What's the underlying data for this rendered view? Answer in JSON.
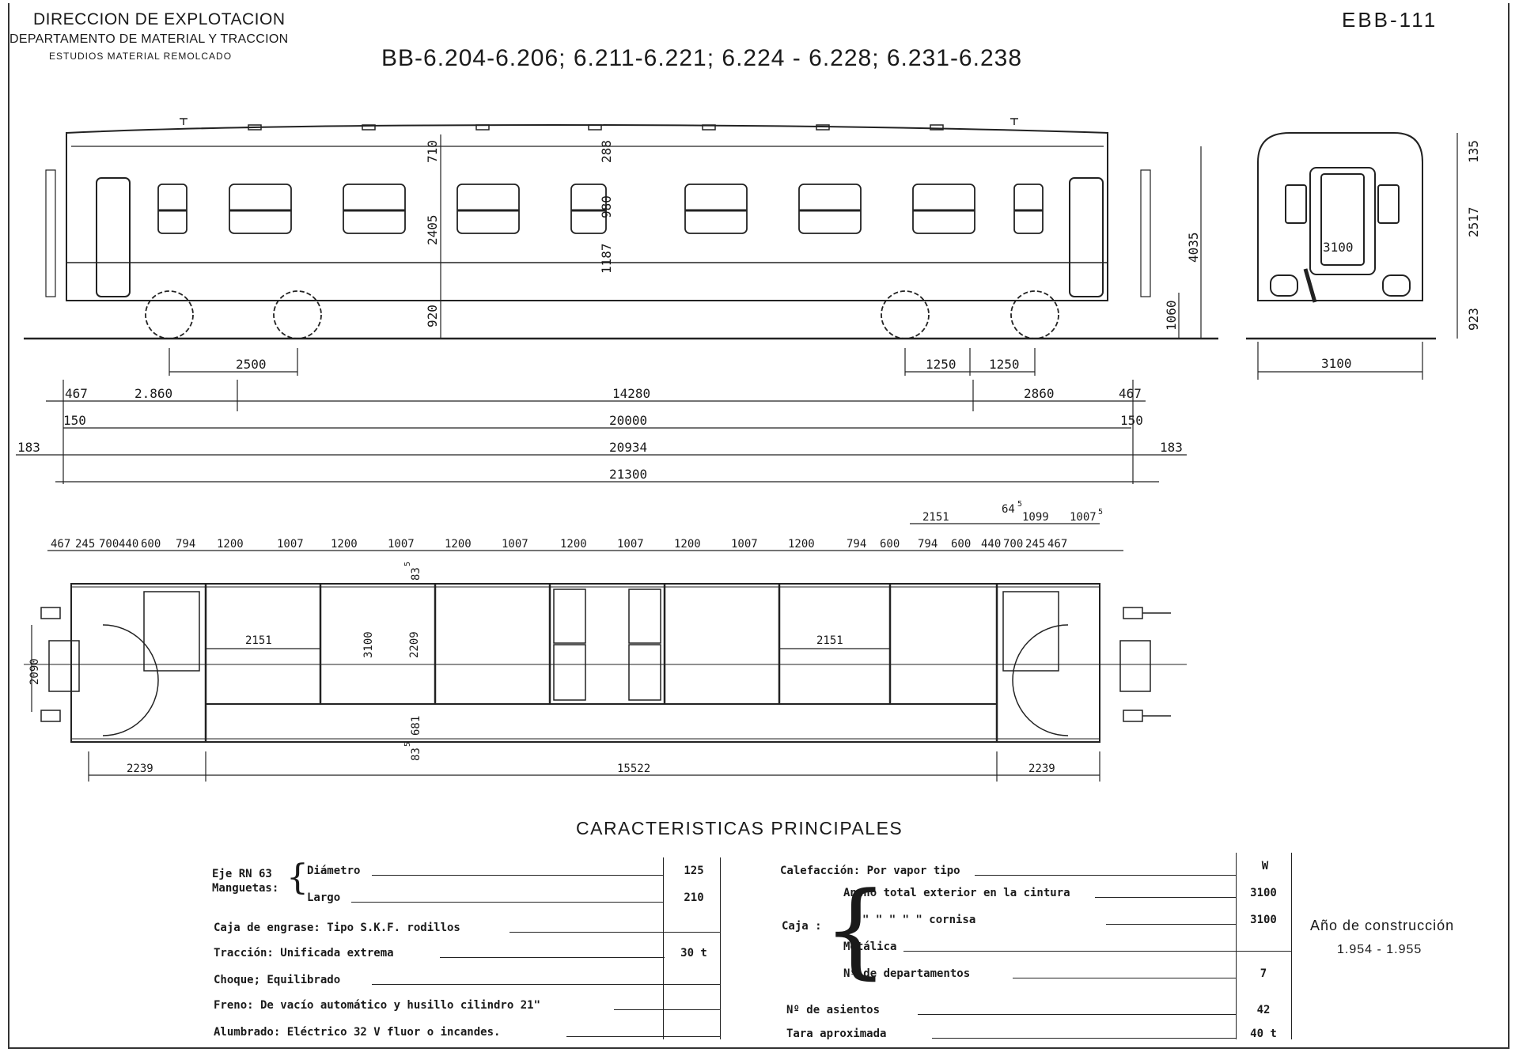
{
  "header": {
    "org_line1": "DIRECCION DE EXPLOTACION",
    "org_line2": "DEPARTAMENTO DE MATERIAL Y TRACCION",
    "org_line3": "ESTUDIOS MATERIAL REMOLCADO",
    "series": "BB-6.204-6.206; 6.211-6.221; 6.224 - 6.228; 6.231-6.238",
    "code": "EBB-111"
  },
  "side_view": {
    "vertical": [
      "710",
      "2405",
      "920",
      "288",
      "980",
      "1187",
      "4035",
      "1060"
    ],
    "bogie": [
      "2500",
      "1250",
      "1250"
    ],
    "row1": [
      "467",
      "2.860",
      "14280",
      "2860",
      "467"
    ],
    "row2": [
      "150",
      "20000",
      "150"
    ],
    "row3": [
      "183",
      "20934",
      "183"
    ],
    "row4": [
      "21300"
    ]
  },
  "end_view": {
    "vertical": [
      "135",
      "2517",
      "923"
    ],
    "inner_width": "3100",
    "width": "3100"
  },
  "plan_view": {
    "top_row": [
      "467",
      "245",
      "700",
      "440",
      "600",
      "794",
      "1200",
      "1007",
      "1200",
      "1007",
      "1200",
      "1007",
      "1200",
      "1007",
      "1200",
      "1007",
      "1200",
      "794",
      "600",
      "794",
      "600",
      "440",
      "700",
      "245",
      "467"
    ],
    "upper_row": [
      "2151",
      "64",
      "5",
      "1099",
      "1007",
      "5"
    ],
    "inner": [
      "2151",
      "3100",
      "2209",
      "2151",
      "2090",
      "83",
      "5",
      "681",
      "83",
      "5"
    ],
    "bottom_row": [
      "2239",
      "15522",
      "2239"
    ]
  },
  "specs": {
    "title": "CARACTERISTICAS PRINCIPALES",
    "left": {
      "eje_label": "Eje RN 63",
      "mangueta_label": "Manguetas:",
      "diametro": "Diámetro",
      "diametro_val": "125",
      "largo": "Largo",
      "largo_val": "210",
      "caja_engrase": "Caja de engrase: Tipo S.K.F. rodillos",
      "traccion": "Tracción: Unificada extrema",
      "traccion_val": "30 t",
      "choque": "Choque; Equilibrado",
      "freno": "Freno: De vacío automático y husillo cilindro 21\"",
      "alumbrado": "Alumbrado: Eléctrico 32 V fluor o incandes."
    },
    "right": {
      "calefaccion": "Calefacción: Por vapor tipo",
      "calefaccion_val": "W",
      "caja_label": "Caja :",
      "ancho_cintura": "Ancho total exterior en la cintura",
      "ancho_cintura_val": "3100",
      "ancho_cornisa": "\"       \"        \"      \"   \"  cornisa",
      "ancho_cornisa_val": "3100",
      "metalica": "Metálica",
      "departamentos": "Nº de departamentos",
      "departamentos_val": "7",
      "asientos": "Nº de asientos",
      "asientos_val": "42",
      "tara": "Tara aproximada",
      "tara_val": "40 t"
    },
    "year_label": "Año de construcción",
    "year_value": "1.954 - 1.955"
  }
}
